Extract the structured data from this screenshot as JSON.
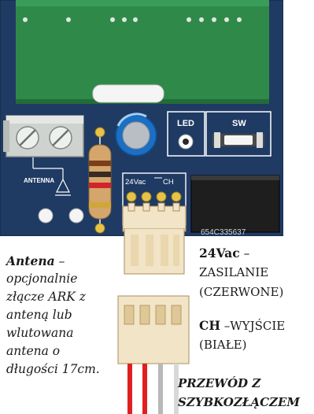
{
  "board": {
    "led_label": "LED",
    "sw_label": "SW",
    "antenna_label": "ANTENNA",
    "connector_left_label": "24Vac",
    "connector_right_label": "CH",
    "chip_code": "654C335637",
    "colors": {
      "pcb_blue": "#1f3a63",
      "module_green": "#2f8a4a",
      "terminal_gray": "#cfd3cf",
      "connector_cream": "#f2e4c6"
    }
  },
  "annotations": {
    "antenna_title": "Antena",
    "antenna_dash": " –",
    "antenna_lines": [
      "opcjonalnie",
      "złącze ARK z",
      "anteną lub",
      "wlutowana",
      "antena o",
      "długości 17cm."
    ],
    "power_title": "24Vac",
    "power_dash": " –",
    "power_line1": "ZASILANIE",
    "power_line2": "(CZERWONE)",
    "ch_title": "CH",
    "ch_rest": " –WYJŚCIE",
    "ch_line2": "(BIAŁE)",
    "cable_line1": "PRZEWÓD Z",
    "cable_line2": "SZYBKOZŁĄCZEM"
  },
  "wires": {
    "colors": [
      "#e02020",
      "#e02020",
      "#b8b8b8",
      "#d8d8d8"
    ]
  }
}
